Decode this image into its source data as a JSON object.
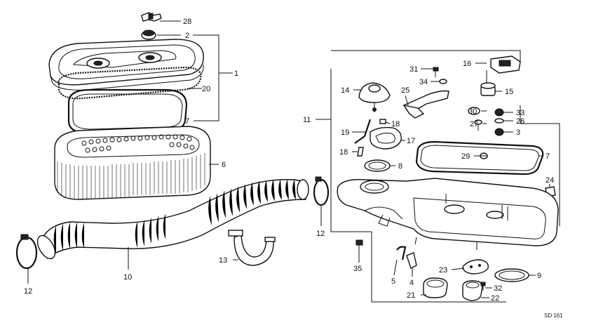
{
  "diagram": {
    "code": "SD 161",
    "callouts": {
      "c28": "28",
      "c2": "2",
      "c1": "1",
      "c20": "20",
      "c7a": "7",
      "c6": "6",
      "c10": "10",
      "c12a": "12",
      "c13": "13",
      "c12b": "12",
      "c11": "11",
      "c16": "16",
      "c31": "31",
      "c34": "34",
      "c14": "14",
      "c25": "25",
      "c15": "15",
      "c30": "30",
      "c33": "33",
      "c26": "26",
      "c27": "27",
      "c3": "3",
      "c18a": "18",
      "c19": "19",
      "c17": "17",
      "c18b": "18",
      "c8": "8",
      "c29": "29",
      "c7b": "7",
      "c24": "24",
      "c35": "35",
      "c5": "5",
      "c4": "4",
      "c23": "23",
      "c9": "9",
      "c21": "21",
      "c32": "32",
      "c22": "22"
    }
  }
}
